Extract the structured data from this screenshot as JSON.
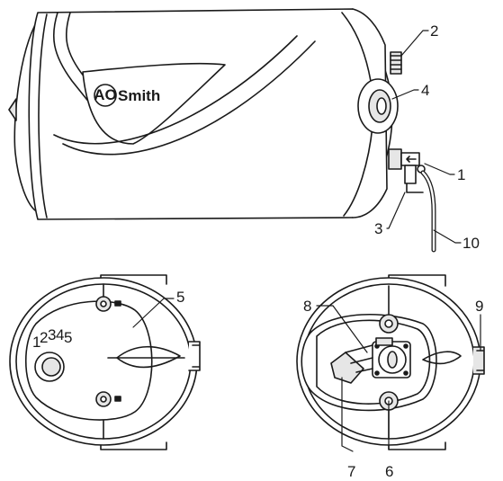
{
  "brand": {
    "logo_text": "AO",
    "name": "Smith"
  },
  "callouts": [
    {
      "id": "c1",
      "label": "1"
    },
    {
      "id": "c2",
      "label": "2"
    },
    {
      "id": "c3",
      "label": "3"
    },
    {
      "id": "c4",
      "label": "4"
    },
    {
      "id": "c5",
      "label": "5"
    },
    {
      "id": "c6",
      "label": "6"
    },
    {
      "id": "c7",
      "label": "7"
    },
    {
      "id": "c8",
      "label": "8"
    },
    {
      "id": "c9",
      "label": "9"
    },
    {
      "id": "c10",
      "label": "10"
    }
  ],
  "knob_scale": [
    "1",
    "2",
    "3",
    "4",
    "5"
  ],
  "colors": {
    "line": "#1a1a1a",
    "fill": "#ffffff",
    "shade": "#e6e6e6"
  }
}
